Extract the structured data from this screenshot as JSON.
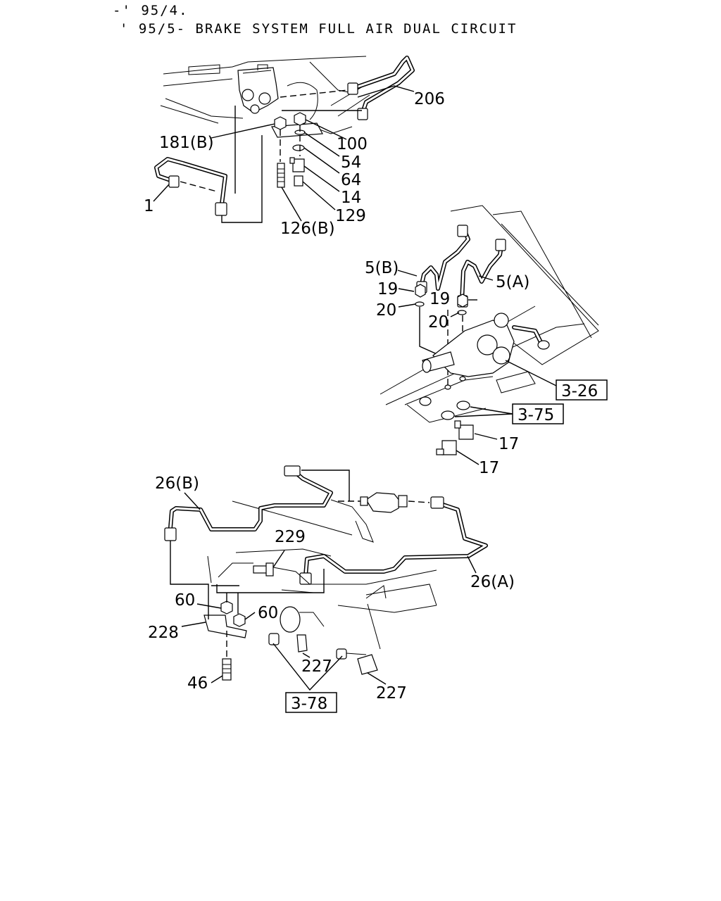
{
  "header": {
    "line1": "-' 95/4.",
    "line2": "' 95/5- BRAKE SYSTEM FULL AIR DUAL CIRCUIT"
  },
  "callouts": {
    "c206": "206",
    "c181b": "181(B)",
    "c100": "100",
    "c54": "54",
    "c64": "64",
    "c14": "14",
    "c129": "129",
    "c1": "1",
    "c126b": "126(B)",
    "c5b": "5(B)",
    "c5a": "5(A)",
    "c19a": "19",
    "c19b": "19",
    "c20a": "20",
    "c20b": "20",
    "c17a": "17",
    "c17b": "17",
    "c26b": "26(B)",
    "c229": "229",
    "c26a": "26(A)",
    "c60a": "60",
    "c60b": "60",
    "c228": "228",
    "c227a": "227",
    "c227b": "227",
    "c46": "46"
  },
  "references": {
    "r326": "3-26",
    "r375": "3-75",
    "r378": "3-78"
  }
}
